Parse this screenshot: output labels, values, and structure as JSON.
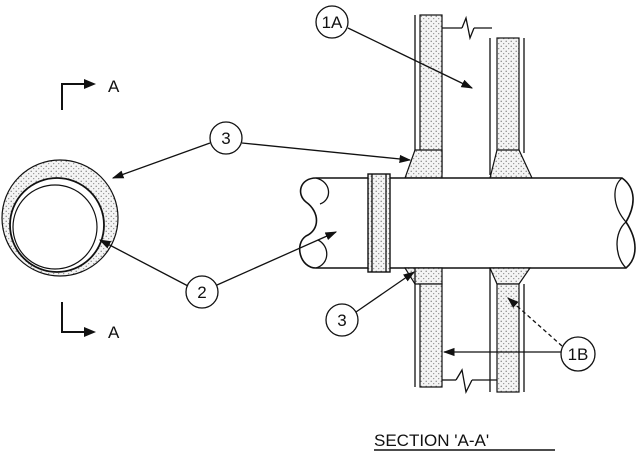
{
  "labels": {
    "cut_top": "A",
    "cut_bottom": "A",
    "callout_1a": "1A",
    "callout_1b": "1B",
    "callout_2": "2",
    "callout_3_top": "3",
    "callout_3_bottom": "3"
  },
  "title": "SECTION 'A-A'",
  "colors": {
    "ink": "#111111",
    "stipple": "#9a9a9a",
    "paper": "#ffffff"
  }
}
